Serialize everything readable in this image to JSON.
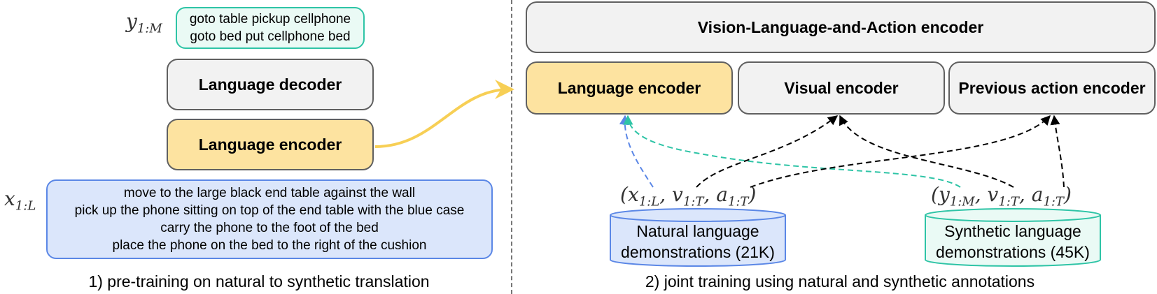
{
  "left": {
    "y_label": {
      "base": "y",
      "sub": "1:M"
    },
    "x_label": {
      "base": "x",
      "sub": "1:L"
    },
    "synthetic_lines": [
      "goto table pickup cellphone",
      "goto bed put cellphone bed"
    ],
    "decoder_label": "Language decoder",
    "encoder_label": "Language encoder",
    "natural_lines": [
      "move to the large black end table against the wall",
      "pick up the phone sitting on top of the end table with the blue case",
      "carry the phone to the foot of the bed",
      "place the phone on the bed to the right of the cushion"
    ],
    "caption": "1) pre-training on natural to synthetic translation"
  },
  "right": {
    "vla_label": "Vision-Language-and-Action encoder",
    "lang_encoder_label": "Language encoder",
    "visual_encoder_label": "Visual encoder",
    "prev_action_label": "Previous action encoder",
    "natural_tuple": {
      "a": "x",
      "a_sub": "1:L",
      "b": "v",
      "b_sub": "1:T",
      "c": "a",
      "c_sub": "1:T"
    },
    "synthetic_tuple": {
      "a": "y",
      "a_sub": "1:M",
      "b": "v",
      "b_sub": "1:T",
      "c": "a",
      "c_sub": "1:T"
    },
    "natural_db": {
      "line1": "Natural language",
      "line2": "demonstrations (21K)"
    },
    "synthetic_db": {
      "line1": "Synthetic language",
      "line2": "demonstrations (45K)"
    },
    "caption": "2) joint training using natural and synthetic annotations"
  },
  "colors": {
    "yellow": "#fde3a0",
    "yellow_arrow": "#f7cf55",
    "teal": "#2ec4a6",
    "blue": "#5b87e6",
    "gray_box": "#f2f2f2"
  }
}
